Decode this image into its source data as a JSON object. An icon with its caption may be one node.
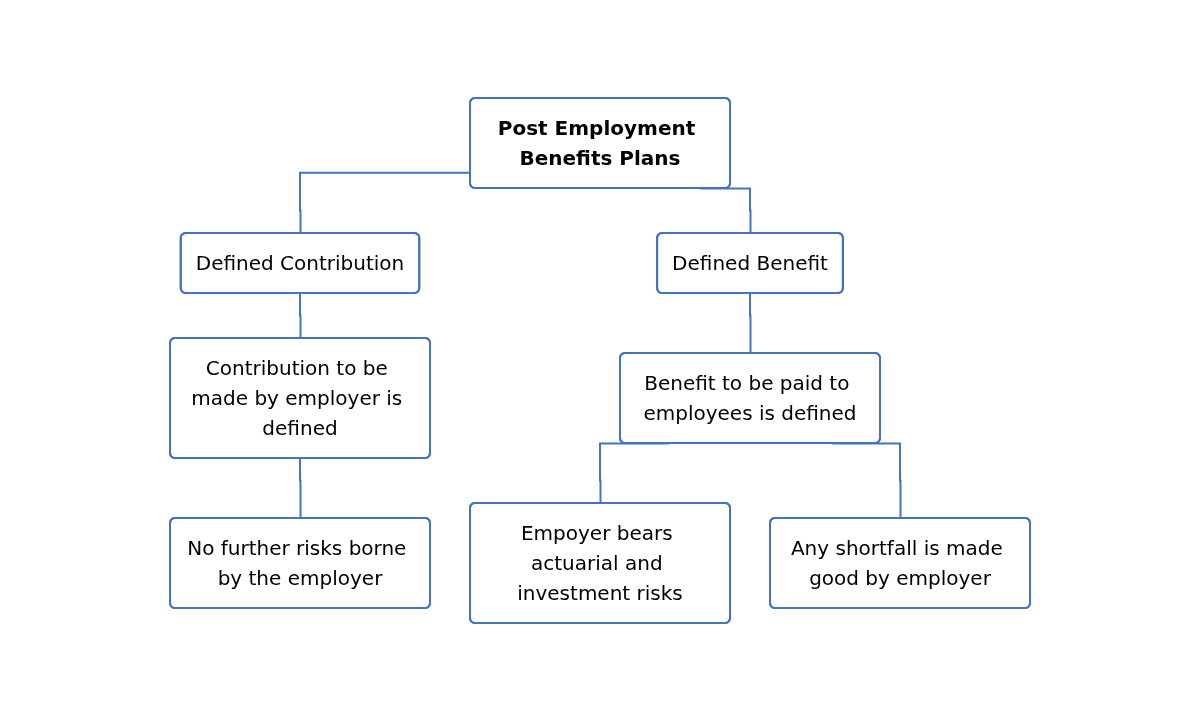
{
  "diagram": {
    "nodes": [
      {
        "text": [
          "Post Employment Benefits Plans"
        ]
      },
      {
        "text": [
          "Defined Contribution"
        ]
      },
      {
        "text": [
          "Defined Benefit"
        ]
      },
      {
        "text": [
          "Contribution to be made by employer is defined"
        ]
      },
      {
        "text": [
          "Benefit to be paid to employees is defined"
        ]
      },
      {
        "text": [
          "No further risks borne by the employer"
        ]
      },
      {
        "text": [
          "Empoyer bears actuarial and investment risks"
        ]
      },
      {
        "text": [
          "Any shortfall is made good by employer"
        ]
      }
    ],
    "edges": [
      {
        "from": 0,
        "to": 1,
        "arrow": "none"
      },
      {
        "from": 0,
        "to": 2,
        "arrow": "none"
      },
      {
        "from": 1,
        "to": 3,
        "arrow": "none"
      },
      {
        "from": 2,
        "to": 4,
        "arrow": "none"
      },
      {
        "from": 3,
        "to": 5,
        "arrow": "none"
      },
      {
        "from": 4,
        "to": 6,
        "arrow": "none"
      },
      {
        "from": 4,
        "to": 7,
        "arrow": "none"
      }
    ]
  }
}
